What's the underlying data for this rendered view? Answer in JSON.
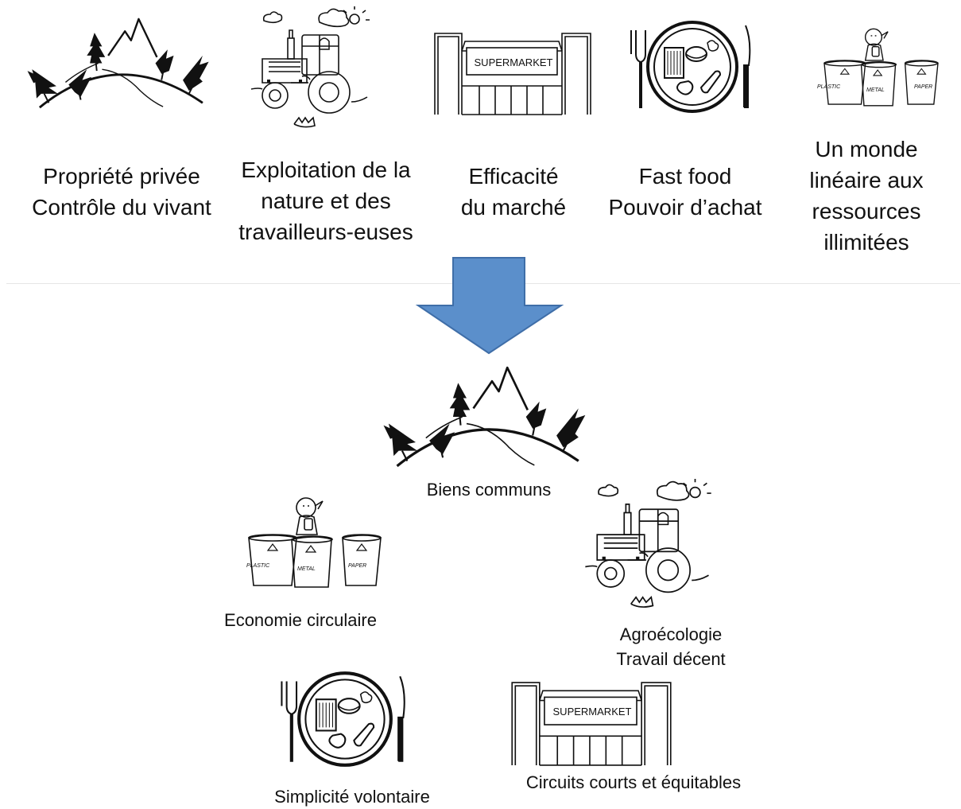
{
  "before": {
    "items": [
      {
        "icon": "landscape-icon",
        "caption": [
          "Propriété privée",
          "Contrôle du vivant"
        ]
      },
      {
        "icon": "tractor-icon",
        "caption": [
          "Exploitation de la",
          "nature et des",
          "travailleurs-euses"
        ]
      },
      {
        "icon": "supermarket-icon",
        "caption": [
          "Efficacité",
          "du marché"
        ],
        "sign": "SUPERMARKET"
      },
      {
        "icon": "plate-icon",
        "caption": [
          "Fast food",
          "Pouvoir d’achat"
        ]
      },
      {
        "icon": "recycling-bins-icon",
        "caption": [
          "Un monde",
          "linéaire aux",
          "ressources",
          "illimitées"
        ],
        "bins": [
          "PLASTIC",
          "METAL",
          "PAPER"
        ]
      }
    ]
  },
  "arrow": {
    "color": "#5b8fcb",
    "stroke": "#3f6ea8",
    "direction": "down"
  },
  "after": {
    "commons": {
      "icon": "landscape-icon",
      "caption": "Biens communs"
    },
    "circular": {
      "icon": "recycling-bins-icon",
      "caption": "Economie circulaire",
      "bins": [
        "PLASTIC",
        "METAL",
        "PAPER"
      ]
    },
    "agroecology": {
      "icon": "tractor-icon",
      "caption": [
        "Agroécologie",
        "Travail décent"
      ]
    },
    "simplicity": {
      "icon": "plate-icon",
      "caption": "Simplicité volontaire"
    },
    "short_circuits": {
      "icon": "supermarket-icon",
      "caption": "Circuits courts et équitables",
      "sign": "SUPERMARKET"
    }
  }
}
